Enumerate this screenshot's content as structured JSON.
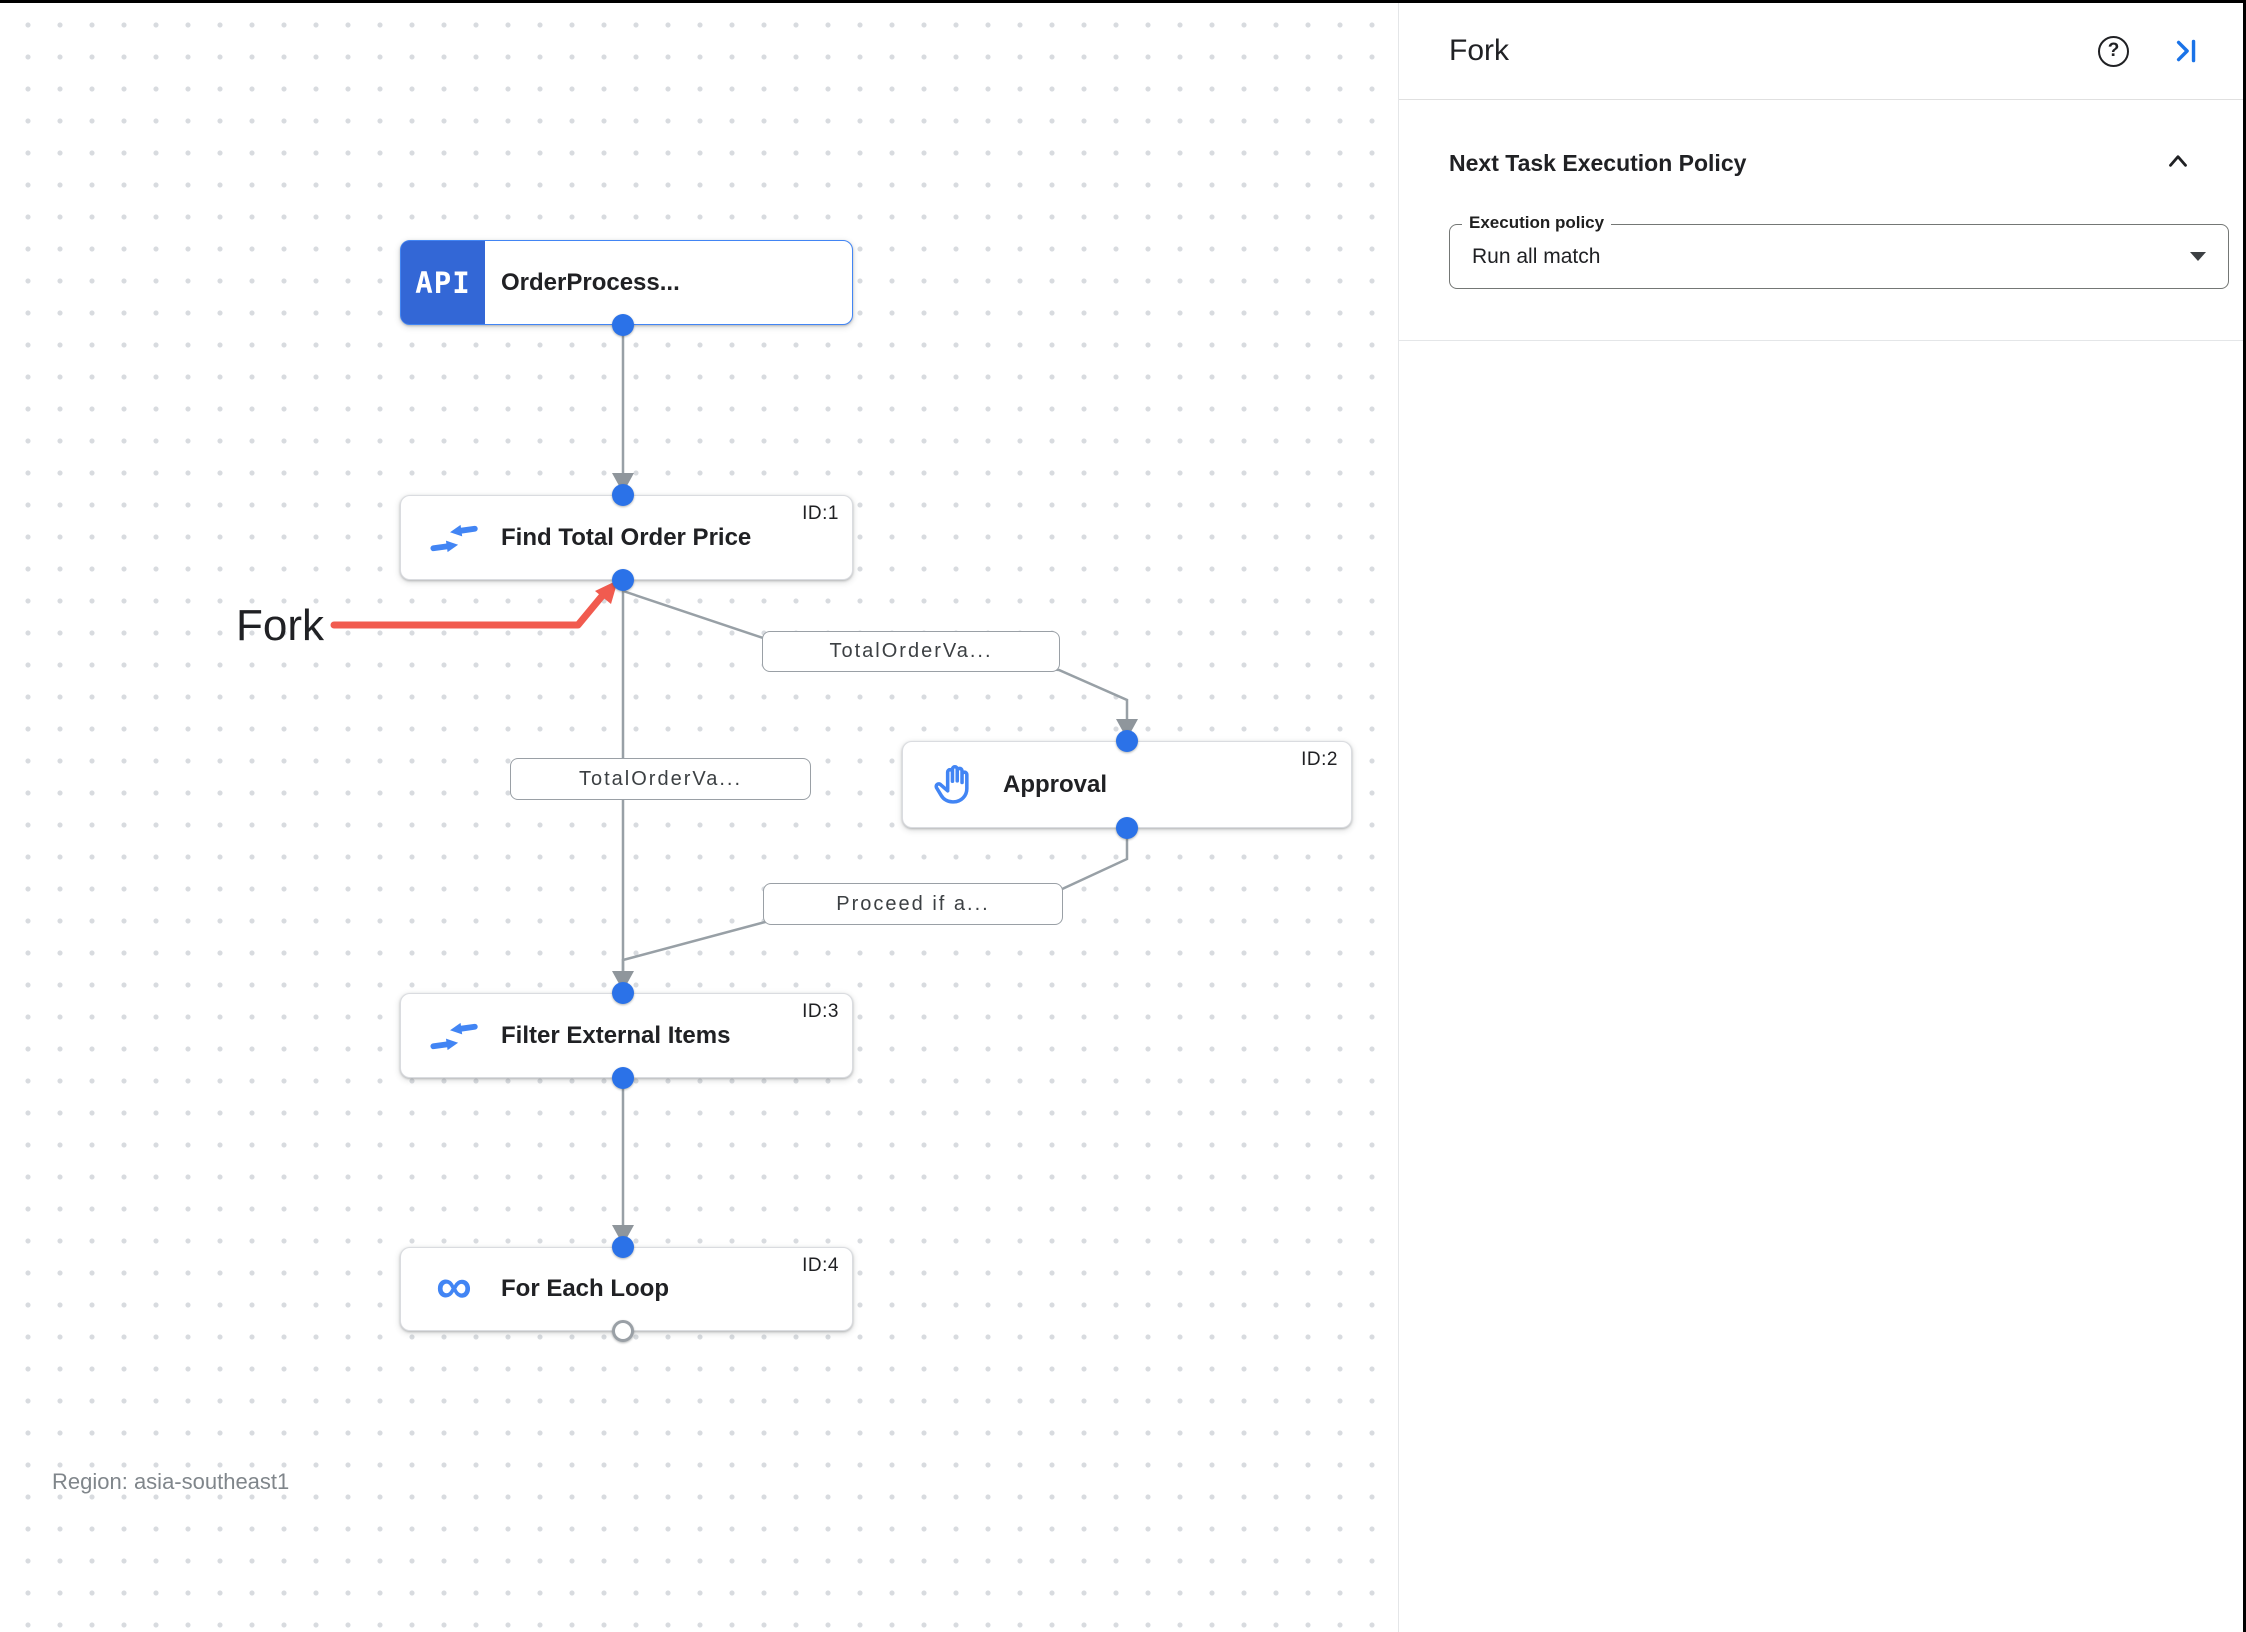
{
  "panel": {
    "title": "Fork",
    "help_glyph": "?",
    "section_title": "Next Task Execution Policy",
    "execution_policy_label": "Execution policy",
    "execution_policy_value": "Run all match"
  },
  "canvas": {
    "api_badge": "API",
    "annotation_label": "Fork",
    "region_label": "Region: asia-southeast1",
    "nodes": [
      {
        "title": "OrderProcess...",
        "badge": "",
        "icon": "api-trigger"
      },
      {
        "title": "Find Total Order Price",
        "badge": "ID:1",
        "icon": "data-mapping"
      },
      {
        "title": "Approval",
        "badge": "ID:2",
        "icon": "approval-hand"
      },
      {
        "title": "Filter External Items",
        "badge": "ID:3",
        "icon": "data-mapping"
      },
      {
        "title": "For Each Loop",
        "badge": "ID:4",
        "icon": "for-each-loop"
      }
    ],
    "edge_labels": [
      {
        "text": "TotalOrderVa..."
      },
      {
        "text": "TotalOrderVa..."
      },
      {
        "text": "Proceed if a..."
      }
    ],
    "icons": {
      "infinity_glyph": "∞"
    }
  },
  "colors": {
    "accent_blue": "#1a73e8",
    "trigger_chip_blue": "#3367d6",
    "icon_blue": "#4285f4",
    "connector_dot_blue": "#2b72e8",
    "edge_gray": "#98a0a6",
    "annotation_red": "#f15b4f"
  }
}
